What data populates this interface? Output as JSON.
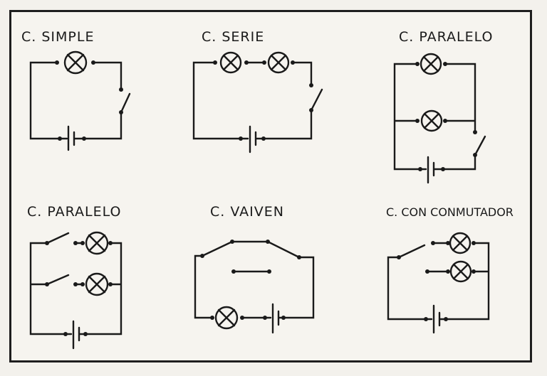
{
  "titles": {
    "simple": "C. SIMPLE",
    "serie": "C. SERIE",
    "paralelo_top": "C. PARALELO",
    "paralelo_bottom": "C. PARALELO",
    "vaiven": "C. VAIVEN",
    "conmutador": "C. CON CONMUTADOR"
  },
  "symbol_names": [
    "lamp-icon",
    "switch-icon",
    "battery-icon"
  ]
}
